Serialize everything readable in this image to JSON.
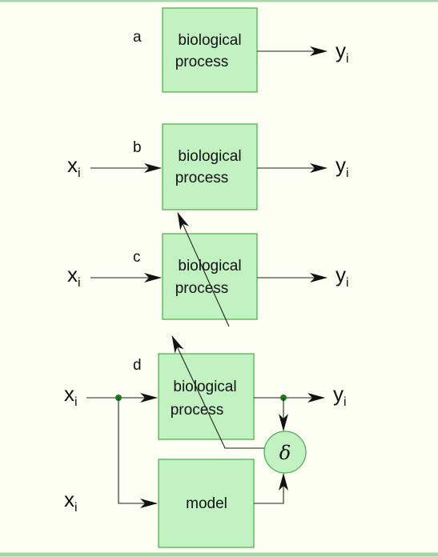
{
  "panels": [
    {
      "letter": "a",
      "process": [
        "biological",
        "process"
      ],
      "input": "",
      "output": "y",
      "output_sub": "i"
    },
    {
      "letter": "b",
      "process": [
        "biological",
        "process"
      ],
      "input": "x",
      "input_sub": "i",
      "output": "y",
      "output_sub": "i"
    },
    {
      "letter": "c",
      "process": [
        "biological",
        "process"
      ],
      "input": "x",
      "input_sub": "i",
      "output": "y",
      "output_sub": "i"
    },
    {
      "letter": "d",
      "process": [
        "biological",
        "process"
      ],
      "input": "x",
      "input_sub": "i",
      "output": "y",
      "output_sub": "i"
    }
  ],
  "model": {
    "label": "model",
    "input": "x",
    "input_sub": "i"
  },
  "comparator": {
    "symbol": "δ"
  },
  "colors": {
    "box_fill": "#c2f2c2",
    "box_stroke": "#4aa84a",
    "background": "#fdfff3",
    "junction": "#1f7a1f"
  }
}
